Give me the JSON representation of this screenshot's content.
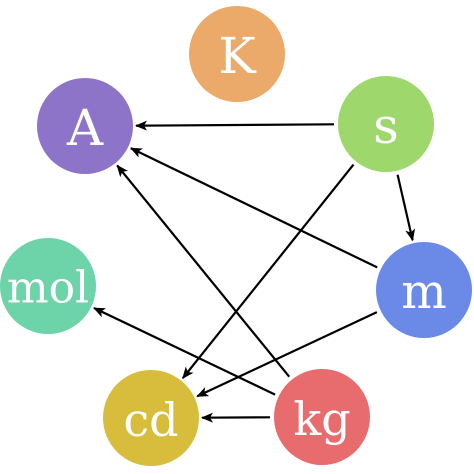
{
  "diagram": {
    "type": "directed-graph",
    "nodes": [
      {
        "id": "K",
        "label": "K",
        "color": "#eba96a"
      },
      {
        "id": "A",
        "label": "A",
        "color": "#8e74c8"
      },
      {
        "id": "s",
        "label": "s",
        "color": "#9ed76b"
      },
      {
        "id": "mol",
        "label": "mol",
        "color": "#6dd3a8"
      },
      {
        "id": "m",
        "label": "m",
        "color": "#6b8ae8"
      },
      {
        "id": "cd",
        "label": "cd",
        "color": "#d8bd3c"
      },
      {
        "id": "kg",
        "label": "kg",
        "color": "#e86b6e"
      }
    ],
    "edges": [
      {
        "from": "s",
        "to": "A"
      },
      {
        "from": "s",
        "to": "m"
      },
      {
        "from": "s",
        "to": "cd"
      },
      {
        "from": "m",
        "to": "A"
      },
      {
        "from": "m",
        "to": "cd"
      },
      {
        "from": "kg",
        "to": "A"
      },
      {
        "from": "kg",
        "to": "mol"
      },
      {
        "from": "kg",
        "to": "cd"
      }
    ]
  }
}
